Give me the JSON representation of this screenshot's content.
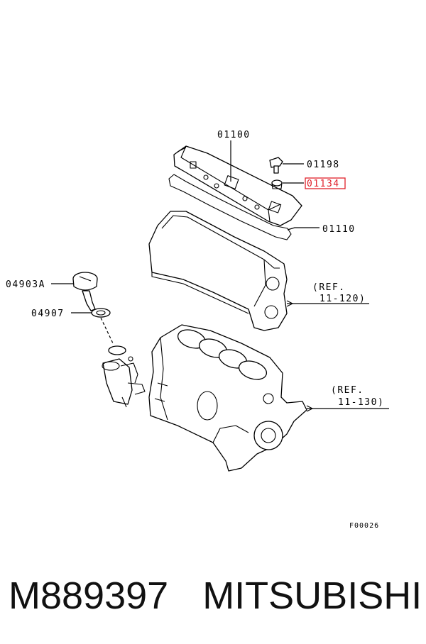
{
  "callouts": [
    {
      "id": "01100",
      "highlighted": false
    },
    {
      "id": "01198",
      "highlighted": false
    },
    {
      "id": "01134",
      "highlighted": true
    },
    {
      "id": "01110",
      "highlighted": false
    },
    {
      "id": "04903A",
      "highlighted": false
    },
    {
      "id": "04907",
      "highlighted": false
    }
  ],
  "refs": [
    {
      "line1": "(REF.",
      "line2": "11-120)"
    },
    {
      "line1": "(REF.",
      "line2": "11-130)"
    }
  ],
  "figure_code": "F00026",
  "caption": {
    "part_number": "M889397",
    "brand": "MITSUBISHI"
  },
  "colors": {
    "highlight_box": "#e0202a",
    "highlight_text": "#e0202a",
    "line": "#000000"
  }
}
